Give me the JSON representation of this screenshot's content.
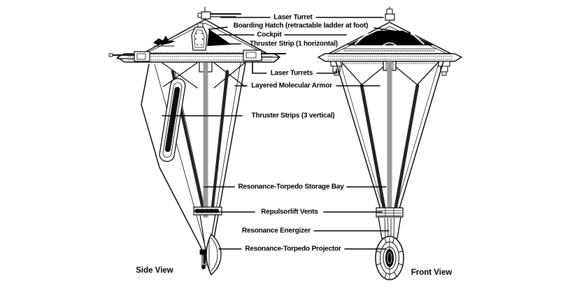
{
  "figure": {
    "callouts": [
      {
        "text": "Laser Turret"
      },
      {
        "text": "Boarding Hatch (retractable ladder at foot)"
      },
      {
        "text": "Cockpit"
      },
      {
        "text": "Thruster Strip (1 horizontal)"
      },
      {
        "text": "Laser Turrets"
      },
      {
        "text": "Layered Molecular Armor"
      },
      {
        "text": "Thruster Strips (3 vertical)"
      },
      {
        "text": "Resonance-Torpedo Storage Bay"
      },
      {
        "text": "Repulsorlift Vents"
      },
      {
        "text": "Resonance Energizer"
      },
      {
        "text": "Resonance-Torpedo Projector"
      }
    ],
    "views": [
      {
        "label": "Side View"
      },
      {
        "label": "Front View"
      }
    ],
    "colors": {
      "ink": "#000000",
      "background": "#ffffff",
      "shaft_gray": "#97999b",
      "window_fill": "#000000"
    }
  }
}
